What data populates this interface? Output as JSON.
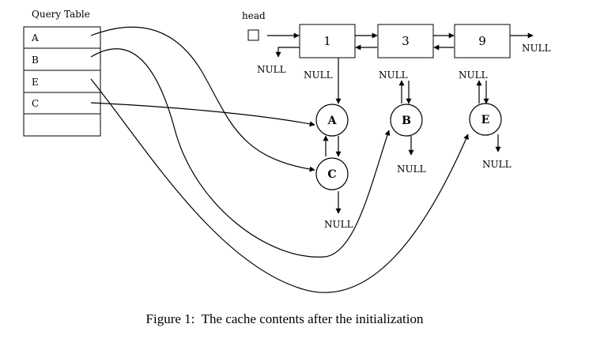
{
  "query_table": {
    "title": "Query Table",
    "rows": [
      "A",
      "B",
      "E",
      "C",
      ""
    ]
  },
  "head_label": "head",
  "null_label": "NULL",
  "list_nodes": [
    "1",
    "3",
    "9"
  ],
  "circle_nodes": [
    "A",
    "C",
    "B",
    "E"
  ],
  "caption": "Figure 1:  The cache contents after the initialization"
}
